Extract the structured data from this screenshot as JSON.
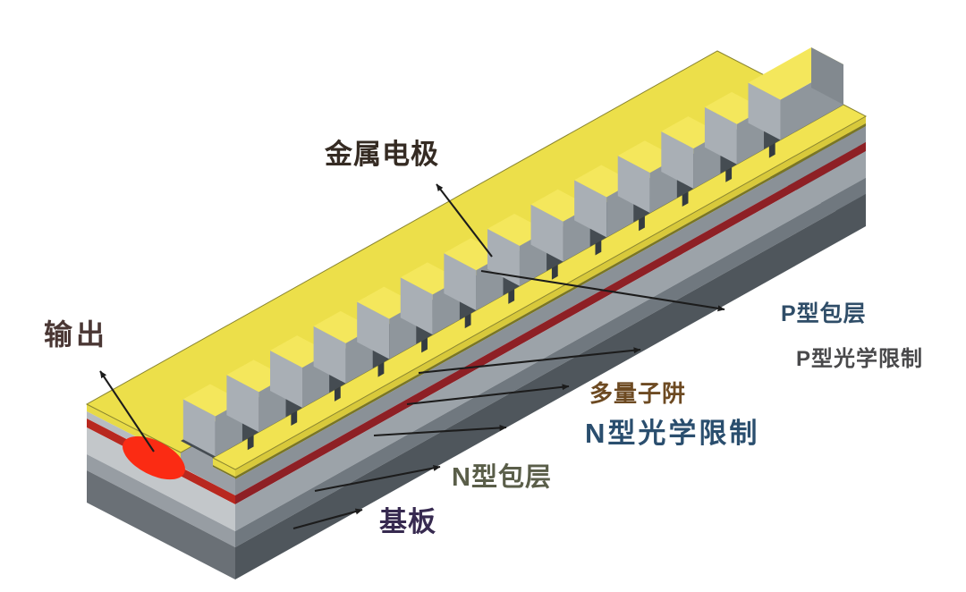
{
  "diagram": {
    "type": "3d-dfb-semiconductor-laser-structure",
    "background": "#ffffff",
    "labels": {
      "metal_electrode": "金属电极",
      "output": "输出",
      "p_cladding": "P型包层",
      "p_optical_confinement": "P型光学限制",
      "mqw": "多量子阱",
      "n_optical_confinement": "N型光学限制",
      "n_cladding": "N型包层",
      "substrate": "基板"
    },
    "label_colors": {
      "metal_electrode": "#352b23",
      "output": "#4a3734",
      "p_cladding": "#2f4d68",
      "p_optical_confinement": "#49494b",
      "mqw": "#6d4a22",
      "n_optical_confinement": "#2a4e6e",
      "n_cladding": "#5a5e49",
      "substrate": "#372a50"
    },
    "layer_stack_top_to_bottom": [
      "金属电极",
      "P型包层",
      "P型光学限制",
      "多量子阱",
      "N型光学限制",
      "N型包层",
      "基板"
    ],
    "grating": {
      "teeth_count": 13,
      "has_solid_end_section": true
    },
    "colors": {
      "ledge_top": "#ecdf4a",
      "main_top": "#f1e351",
      "tooth_top": "#f4e75c",
      "tooth_side": "#8f969c",
      "tooth_front": "#a9afb5",
      "ridge_base": "#454c52",
      "ridge_end": "#82898f",
      "notch": "#343b41",
      "metal_side": "#d8c93b",
      "metal_front": "#e7da47",
      "metal_end": "#cfc135",
      "olive_line": "#7a7623",
      "p_side": "#8a9197",
      "p_front": "#9aa0a6",
      "p_front_thin": "#b7bcc1",
      "p_end": "#7f868c",
      "red_side": "#8e2025",
      "red_front": "#b8281f",
      "red_end": "#8e2025",
      "output_spot": "#fb2b13",
      "nconf_side": "#9ca3a9",
      "nconf_front": "#c3c7ca",
      "nconf_end": "#939aa0",
      "nclad_side": "#70787f",
      "nclad_front": "#979da3",
      "nclad_end": "#687076",
      "sub_side": "#4f565c",
      "sub_front": "#6a7076",
      "sub_end": "#4b5258",
      "arrow": "#1c1c1c"
    }
  }
}
